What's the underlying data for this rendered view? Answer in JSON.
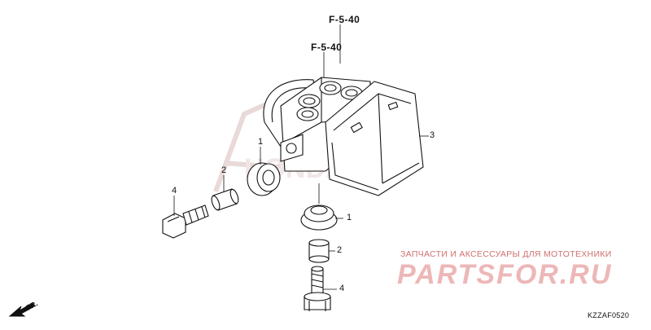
{
  "references": {
    "ref_top": "F-5-40",
    "ref_mid": "F-5-40"
  },
  "callouts": {
    "part_1_upper": "1",
    "part_1_lower": "1",
    "part_2_left": "2",
    "part_2_lower": "2",
    "part_3": "3",
    "part_4_left": "4",
    "part_4_lower": "4"
  },
  "watermark": {
    "line1": "ЗАПЧАСТИ И АКСЕССУАРЫ ДЛЯ МОТОТЕХНИКИ",
    "line2": "PARTSFOR.RU"
  },
  "diagram_code": "KZZAF0520",
  "direction_label": "FR.",
  "colors": {
    "line": "#111111",
    "watermark_text": "#d07070",
    "watermark_logo": "#e8a0a0",
    "ghost_logo": "#e9d9d9"
  }
}
